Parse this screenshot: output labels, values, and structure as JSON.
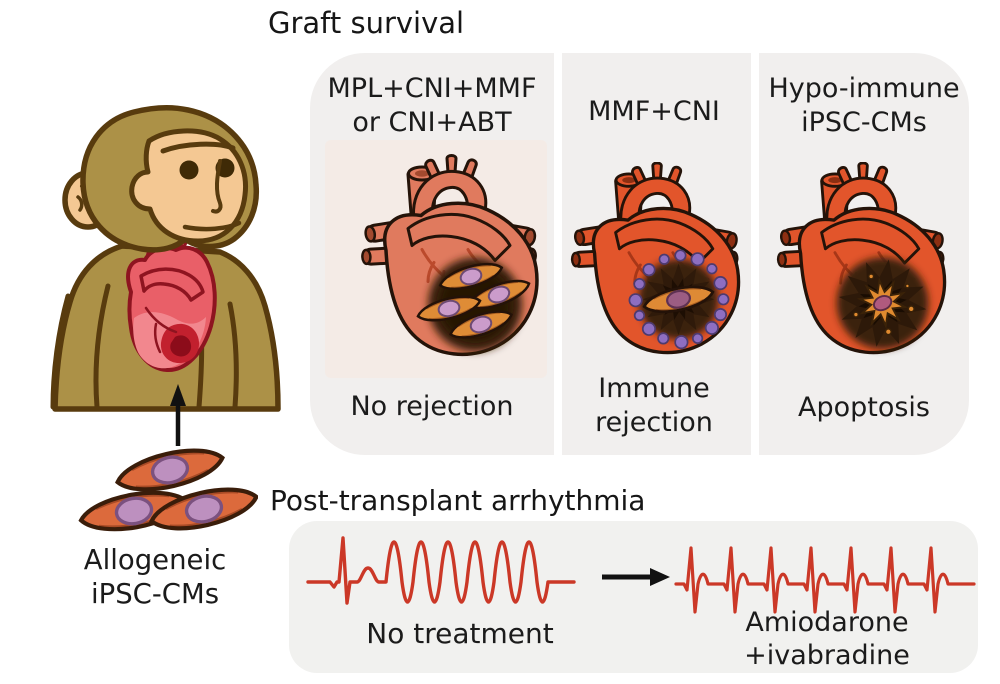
{
  "graft_survival": {
    "heading": "Graft survival",
    "columns": [
      {
        "treatment_lines": [
          "MPL+CNI+MMF",
          "or CNI+ABT"
        ],
        "outcome_lines": [
          "No rejection"
        ]
      },
      {
        "treatment_lines": [
          "MMF+CNI"
        ],
        "outcome_lines": [
          "Immune",
          "rejection"
        ]
      },
      {
        "treatment_lines": [
          "Hypo-immune",
          "iPSC-CMs"
        ],
        "outcome_lines": [
          "Apoptosis"
        ]
      }
    ]
  },
  "source_cells": {
    "label_lines": [
      "Allogeneic",
      "iPSC-CMs"
    ]
  },
  "arrhythmia": {
    "heading": "Post-transplant arrhythmia",
    "before_label": "No treatment",
    "after_label_lines": [
      "Amiodarone",
      "+ivabradine"
    ]
  },
  "figures": {
    "monkey": "monkey-with-transplanted-heart",
    "cells": "allogeneic-cardiomyocyte-cells",
    "heart_1": "heart-with-surviving-graft",
    "heart_2": "heart-with-immune-cell-attack",
    "heart_3": "heart-with-apoptotic-graft",
    "ecg_before": "irregular-ecg-trace",
    "ecg_after": "regular-ecg-trace",
    "arrow_up": "up-arrow",
    "arrow_right": "right-arrow"
  },
  "colors": {
    "panel_bg": "#f1efee",
    "divider": "#ffffff",
    "text": "#1b1b1b",
    "ecg_red": "#cb3827",
    "monkey_fur": "#ac9147",
    "monkey_face": "#f4c893",
    "monkey_outline": "#583b0e",
    "monkey_heart_red": "#e95f68",
    "heart_salmon": "#e07a5e",
    "heart_orange": "#e2552b",
    "graft_dark_brown": "#38220f",
    "graft_cell_orange": "#df8c36",
    "cell_body_orange": "#dc6a3c",
    "cell_nucleus_purple": "#bd90bf",
    "immune_cell_purple": "#8e6ec1"
  }
}
